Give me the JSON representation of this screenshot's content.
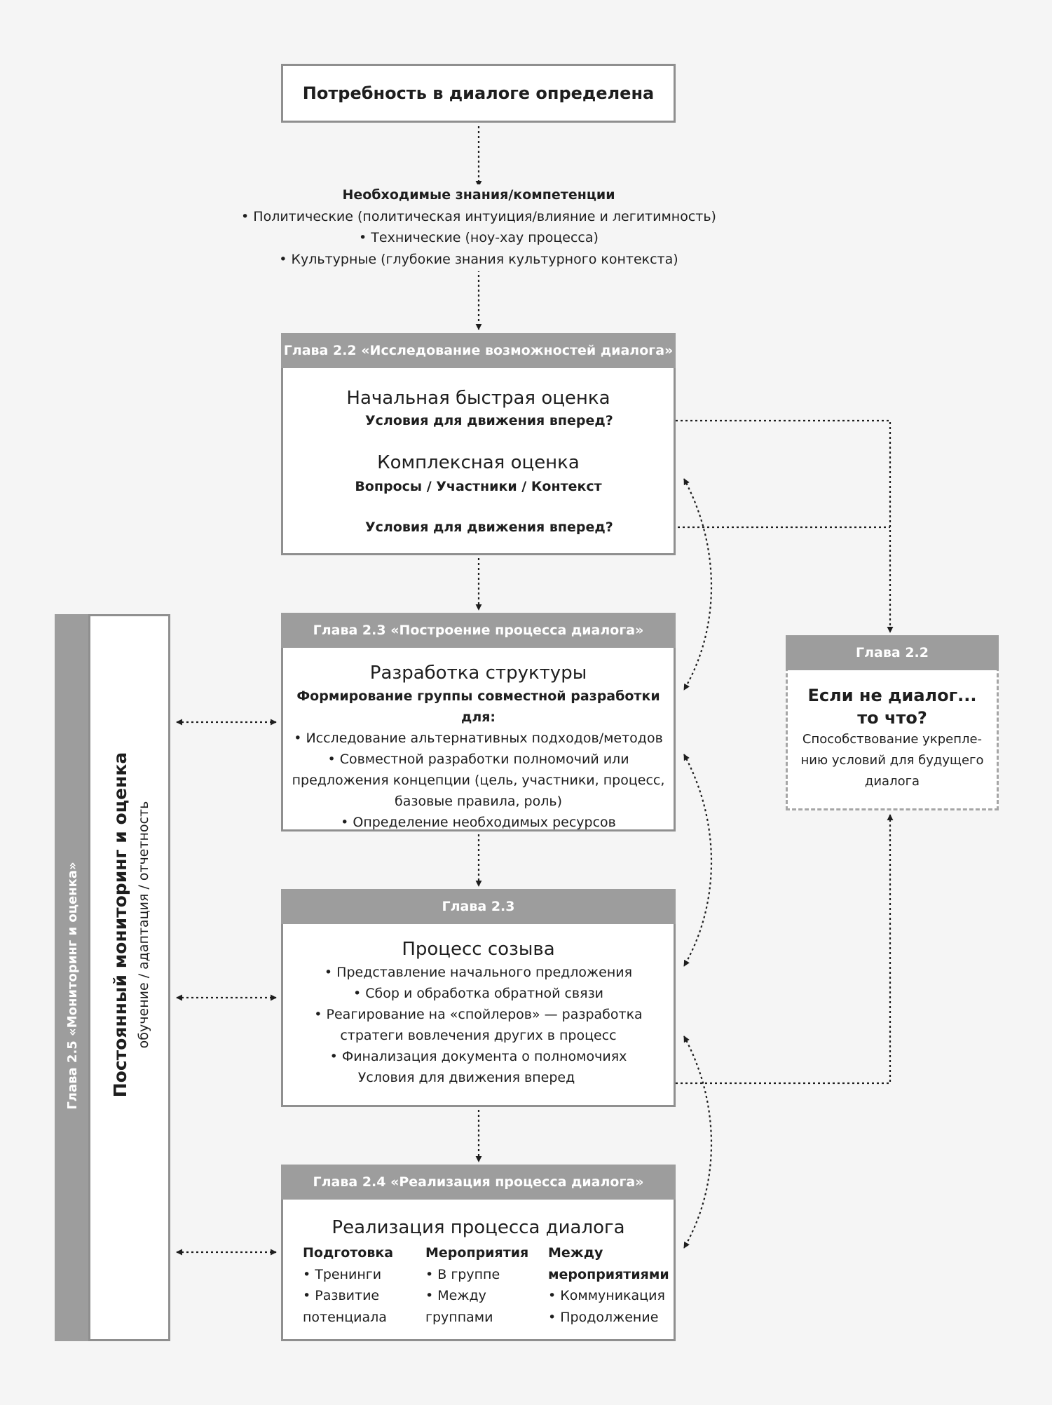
{
  "top_box": {
    "title": "Потребность в диалоге определена"
  },
  "knowledge": {
    "title": "Необходимые знания/компетенции",
    "items": [
      "• Политические (политическая интуиция/влияние и легитимность)",
      "• Технические (ноу-хау процесса)",
      "• Культурные (глубокие знания культурного контекста)"
    ]
  },
  "assessment": {
    "header": "Глава 2.2 «Исследование возможностей диалога»",
    "quick_title": "Начальная быстрая оценка",
    "condition_1": "Условия для движения вперед?",
    "complex_title": "Комплексная оценка",
    "complex_sub": "Вопросы / Участники / Контекст",
    "condition_2": "Условия для движения вперед?"
  },
  "design": {
    "header": "Глава 2.3 «Построение процесса диалога»",
    "title": "Разработка структуры",
    "sub": "Формирование группы совместной разработки для:",
    "lines": [
      "• Исследование альтернативных подходов/методов",
      "• Совместной разработки полномочий или",
      "предложения концепции (цель, участники, процесс,",
      "базовые правила, роль)",
      "• Определение необходимых ресурсов"
    ]
  },
  "convening": {
    "header": "Глава 2.3",
    "title": "Процесс созыва",
    "lines": [
      "• Представление начального предложения",
      "• Сбор и обработка обратной связи",
      "• Реагирование на «спойлеров» — разработка",
      "стратеги вовлечения других в процесс",
      "• Финализация документа о полномочиях",
      "Условия для движения вперед"
    ]
  },
  "implementation": {
    "header": "Глава 2.4 «Реализация процесса диалога»",
    "title": "Реализация процесса диалога",
    "columns": [
      {
        "heading": "Подготовка",
        "items": [
          "• Тренинги",
          "• Развитие",
          "потенциала"
        ]
      },
      {
        "heading": "Мероприятия",
        "items": [
          "• В группе",
          "• Между",
          "группами"
        ]
      },
      {
        "heading": "Между",
        "heading2": "мероприятиями",
        "items": [
          "• Коммуникация",
          "• Продолжение"
        ]
      }
    ]
  },
  "alternative": {
    "header": "Глава 2.2",
    "title_1": "Если не диалог...",
    "title_2": "то что?",
    "lines": [
      "Способствование укрепле-",
      "нию условий для будущего",
      "диалога"
    ]
  },
  "monitoring": {
    "band_label": "Глава 2.5 «Мониторинг и оценка»",
    "title": "Постоянный мониторинг и оценка",
    "sub": "обучение / адаптация / отчетность"
  },
  "colors": {
    "header_gray": "#9d9d9d",
    "border_gray": "#8f8f8f",
    "dashed_border": "#a6a6a6",
    "background": "#f5f5f5",
    "text": "#1e1e1e"
  }
}
